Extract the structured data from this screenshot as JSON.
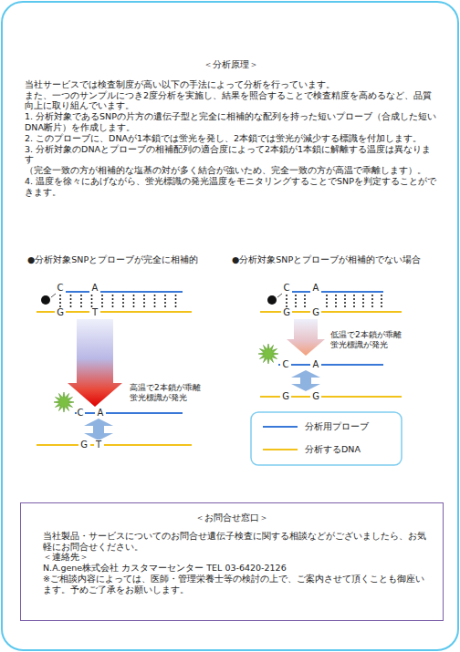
{
  "diagram": {
    "nodes": [
      {
        "text": [
          "＜分析原理＞",
          "当社サービスでは検査制度が高い以下の手法によって分析を行っています。",
          "また、一つのサンプルにつき2度分析を実施し、結果を照合することで検査精度を高めるなど、品質向上に取り組んでいます。",
          "1. 分析対象であるSNPの片方の遺伝子型と完全に相補的な配列を持った短いプローブ（合成した短いDNA断片）を作成します。",
          "2. このプローブに、DNAが1本鎖では蛍光を発し、2本鎖では蛍光が減少する標識を付加します。",
          "3. 分析対象のDNAとプローブの相補配列の適合度によって2本鎖が1本鎖に解離する温度は異なります",
          "（完全一致の方が相補的な塩基の対が多く結合が強いため、完全一致の方が高温で乖離します）。",
          "4. 温度を徐々にあげながら、蛍光標識の発光温度をモニタリングすることでSNPを判定することができます。"
        ]
      },
      {
        "text": [
          "＜お問合せ窓口＞",
          "当社製品・サービスについてのお問合せ遺伝子検査に関する相談などがございましたら、お気軽にお問合せください。",
          "＜連絡先＞",
          "N.A.gene株式会社 カスタマーセンター TEL 03-6420-2126",
          "※ご相談内容によっては、医師・管理栄養士等の検討の上で、ご案内させて頂くことも御座います。予めご了承をお願いします。"
        ],
        "in": 0
      }
    ],
    "labels": [
      "●分析対象SNPとプローブが完全に相補的",
      "●分析対象SNPとプローブが相補的でない場合",
      "C",
      "A",
      "G",
      "T",
      "高温で2本鎖が乖離 蛍光標識が発光",
      "C",
      "A",
      "G",
      "T",
      "C",
      "A",
      "G",
      "G",
      "低温で2本鎖が乖離 蛍光標識が発光",
      "C",
      "A",
      "G",
      "G"
    ],
    "legend": [
      {
        "text": "分析用プローブ"
      },
      {
        "text": "分析するDNA"
      }
    ]
  }
}
